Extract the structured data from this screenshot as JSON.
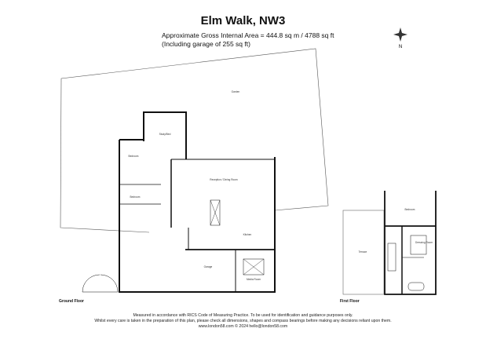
{
  "header": {
    "title": "Elm Walk, NW3",
    "area_line1": "Approximate Gross Internal Area = 444.8 sq m / 4788 sq ft",
    "area_line2": "(Including garage of 255 sq ft)"
  },
  "compass": {
    "icon": "compass-rose-icon",
    "label": "N"
  },
  "rooms": {
    "garden": "Garden",
    "study": "Study/Bed",
    "bedroom1": "Bedroom",
    "bedroom2": "Bedroom",
    "reception": "Reception / Dining Room",
    "kitchen": "Kitchen",
    "garage": "Garage",
    "media": "Media Room",
    "terrace": "Terrace",
    "bedroom3": "Bedroom",
    "dressing": "Dressing Room"
  },
  "floors": {
    "ground": "Ground Floor",
    "first": "First Floor"
  },
  "footer": {
    "line1": "Measured in accordance with RICS Code of Measuring Practice. To be used for identification and guidance purposes only.",
    "line2": "Whilst every care is taken in the preparation of this plan, please check all dimensions, shapes and compass bearings before making any decisions reliant upon them.",
    "line3": "www.london58.com © 2024 hello@london58.com"
  }
}
